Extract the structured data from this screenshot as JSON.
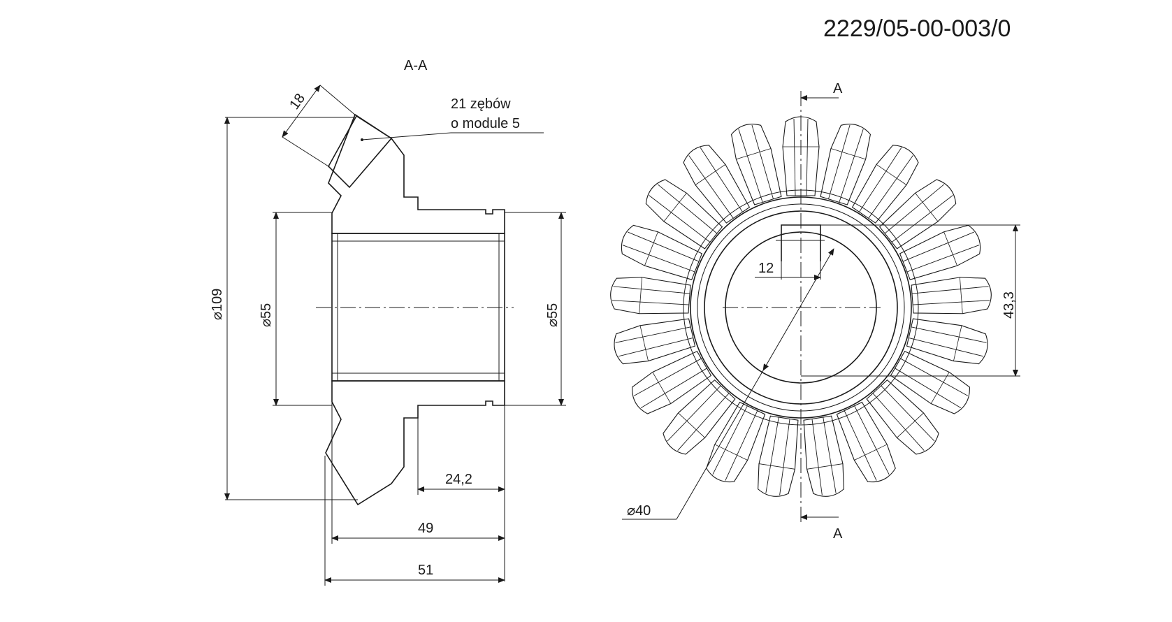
{
  "drawing_number": "2229/05-00-003/0",
  "section_label": "A-A",
  "section_marker": "A",
  "teeth_note": {
    "line1": "21 zębów",
    "line2": "o module 5"
  },
  "dimensions": {
    "tooth_width": "18",
    "outer_diameter": "⌀109",
    "bore_left": "⌀55",
    "bore_right": "⌀55",
    "hub_length": "24,2",
    "length_49": "49",
    "length_51": "51",
    "keyway_width": "12",
    "keyway_depth": "43,3",
    "inner_diameter": "⌀40"
  },
  "tooth_count": 21
}
